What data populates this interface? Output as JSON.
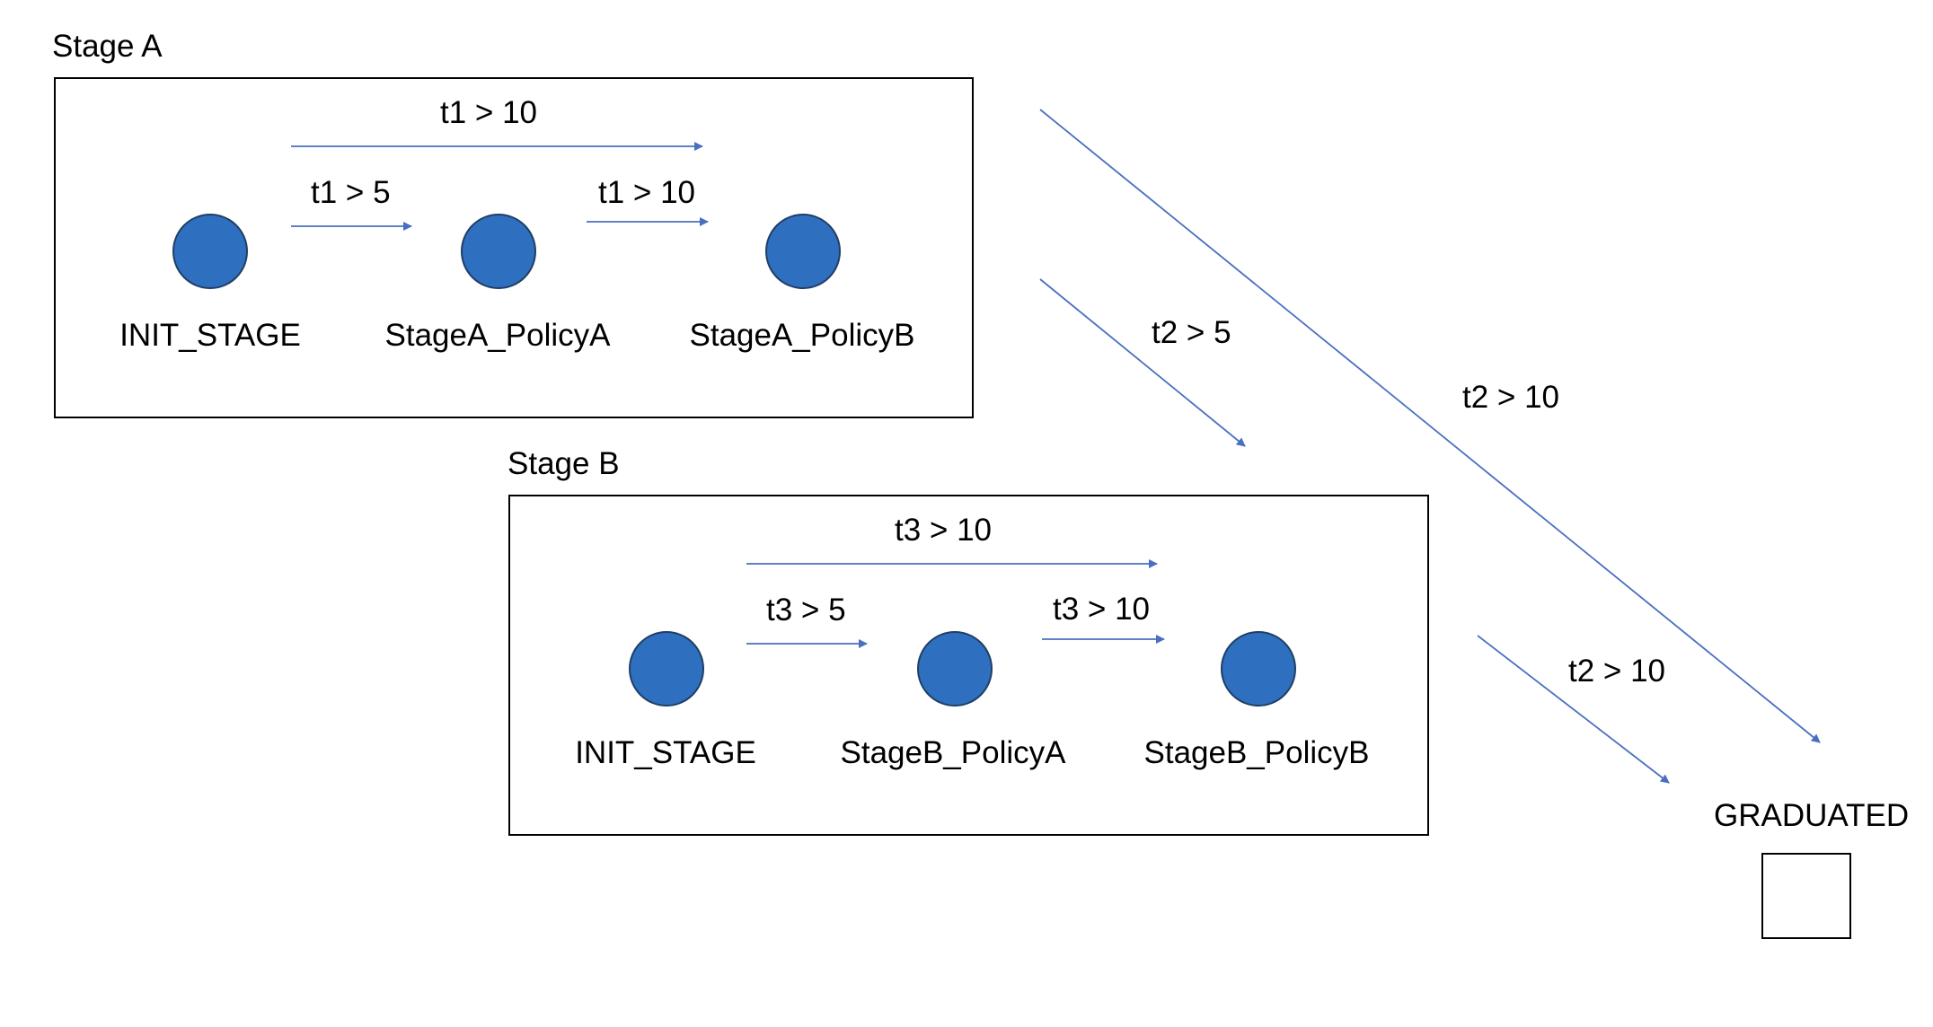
{
  "colors": {
    "node_fill": "#2f6fbf",
    "node_outline": "#1f3f66",
    "arrow": "#4a6fc0",
    "box_border": "#000000"
  },
  "stage_a": {
    "title": "Stage A",
    "nodes": [
      "INIT_STAGE",
      "StageA_PolicyA",
      "StageA_PolicyB"
    ],
    "edges": {
      "init_to_a": "t1 > 5",
      "a_to_b": "t1 > 10",
      "init_to_b": "t1 > 10"
    }
  },
  "stage_b": {
    "title": "Stage B",
    "nodes": [
      "INIT_STAGE",
      "StageB_PolicyA",
      "StageB_PolicyB"
    ],
    "edges": {
      "init_to_a": "t3 > 5",
      "a_to_b": "t3 > 10",
      "init_to_b": "t3 > 10"
    }
  },
  "transitions": {
    "stage_a_to_stage_b": "t2 > 5",
    "stage_a_to_graduated": "t2 > 10",
    "stage_b_to_graduated": "t2 > 10"
  },
  "graduated": {
    "label": "GRADUATED"
  }
}
